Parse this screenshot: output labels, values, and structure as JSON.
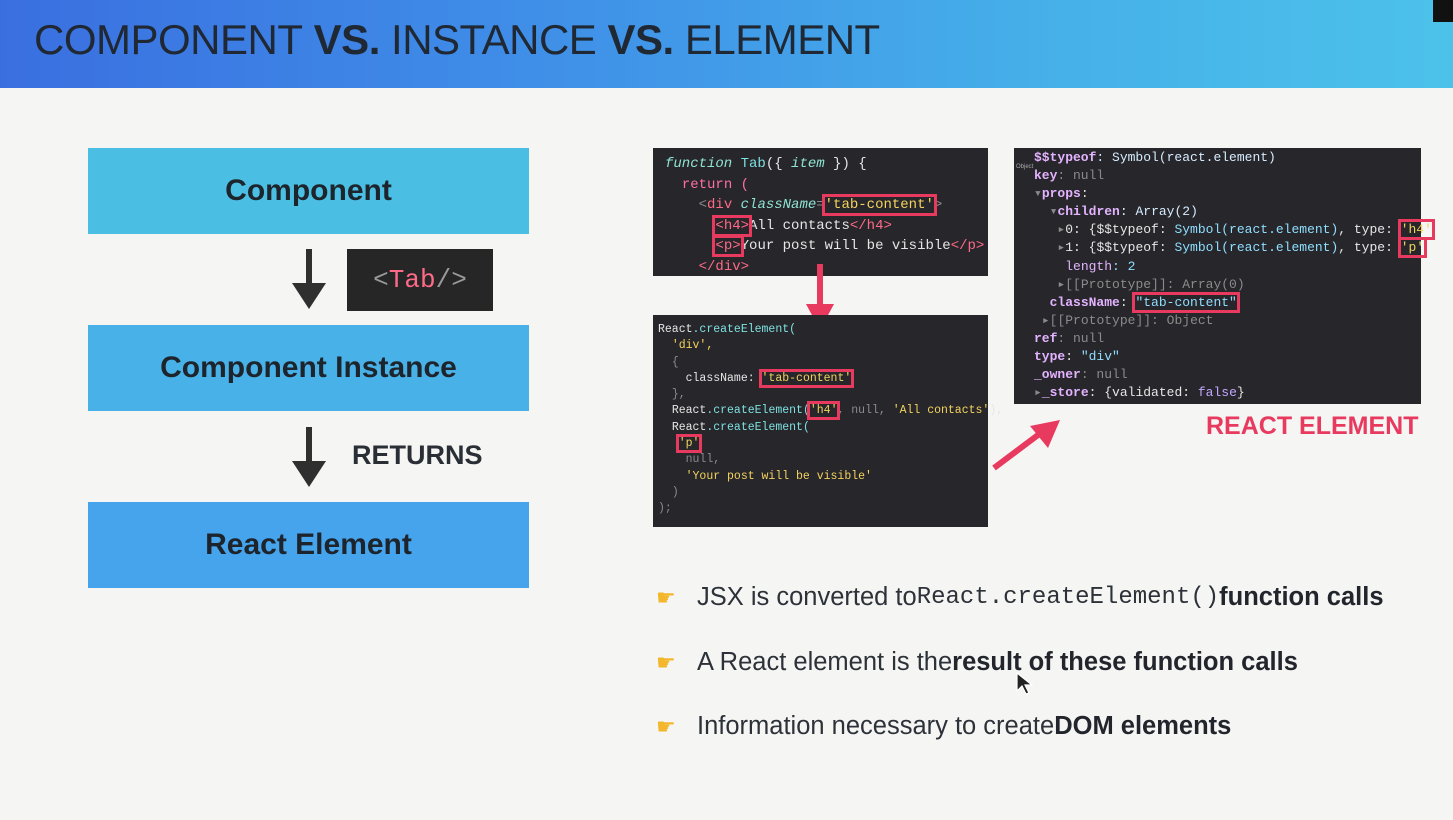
{
  "header": {
    "title_a": "COMPONENT",
    "title_vs1": " VS. ",
    "title_b": "INSTANCE",
    "title_vs2": " VS. ",
    "title_c": "ELEMENT"
  },
  "flow": {
    "box1": "Component",
    "box2": "Component Instance",
    "box3": "React Element",
    "tab_open": "<",
    "tab_name": "Tab",
    "tab_close": " />",
    "returns": "RETURNS"
  },
  "code_jsx": {
    "l1_kw": "function",
    "l1_fn": " Tab",
    "l1_p1": "({ ",
    "l1_item": "item",
    "l1_p2": " }) {",
    "l2": "return (",
    "l3_a": "<",
    "l3_tag": "div",
    "l3_attr": " className",
    "l3_eq": "=",
    "l3_str": "'tab-content'",
    "l3_b": ">",
    "l4_tag": "<h4>",
    "l4_text": "All contacts",
    "l4_close": "</h4>",
    "l5_tag": "<p>",
    "l5_text": "Your post will be visible",
    "l5_close": "</p>",
    "l6": "</div>"
  },
  "code_create": {
    "l1_a": "React",
    "l1_b": ".createElement(",
    "l2": "'div',",
    "l3": "{",
    "l4_a": "className: ",
    "l4_str": "'tab-content'",
    "l5": "},",
    "l6_a": "React",
    "l6_b": ".createElement(",
    "l6_str": "'h4'",
    "l6_c": ", null, ",
    "l6_str2": "'All contacts'",
    "l6_d": "),",
    "l7_a": "React",
    "l7_b": ".createElement(",
    "l8": "'p'",
    "l9": "null,",
    "l10": "'Your post will be visible'",
    "l11": ")",
    "l12": ");"
  },
  "code_element": {
    "obj": "Object",
    "l1_k": "$$typeof",
    "l1_v": ": Symbol(react.element)",
    "l2_k": "key",
    "l2_v": ": null",
    "l3_k": "props",
    "l4_k": "children",
    "l4_v": ": Array(2)",
    "l5_a": "0: {$$typeof: ",
    "l5_b": "Symbol(react.element)",
    "l5_c": ", type: ",
    "l5_s": "'h4'",
    "l6_a": "1: {$$typeof: ",
    "l6_b": "Symbol(react.element)",
    "l6_c": ", type: ",
    "l6_s": "'p'",
    "l7_k": "length",
    "l7_v": ": 2",
    "l8": "[[Prototype]]: Array(0)",
    "l9_k": "className",
    "l9_s": "\"tab-content\"",
    "l10": "[[Prototype]]: Object",
    "l11_k": "ref",
    "l11_v": ": null",
    "l12_k": "type",
    "l12_v": "\"div\"",
    "l13_k": "_owner",
    "l13_v": ": null",
    "l14_k": "_store",
    "l14_a": ": {validated: ",
    "l14_v": "false",
    "l14_b": "}"
  },
  "react_element_label": "REACT ELEMENT",
  "bullets": {
    "b1_a": "JSX is converted to ",
    "b1_mono": "React.createElement()",
    "b1_b": " function calls",
    "b2_a": "A React element is the ",
    "b2_b": "result of these function calls",
    "b3_a": "Information necessary to create ",
    "b3_b": "DOM elements",
    "hand_icon": "pointing-hand-icon"
  },
  "colors": {
    "highlight": "#e83a5f",
    "box1": "#4bbfe3",
    "box2": "#48b1e8",
    "box3": "#46a4ec"
  }
}
